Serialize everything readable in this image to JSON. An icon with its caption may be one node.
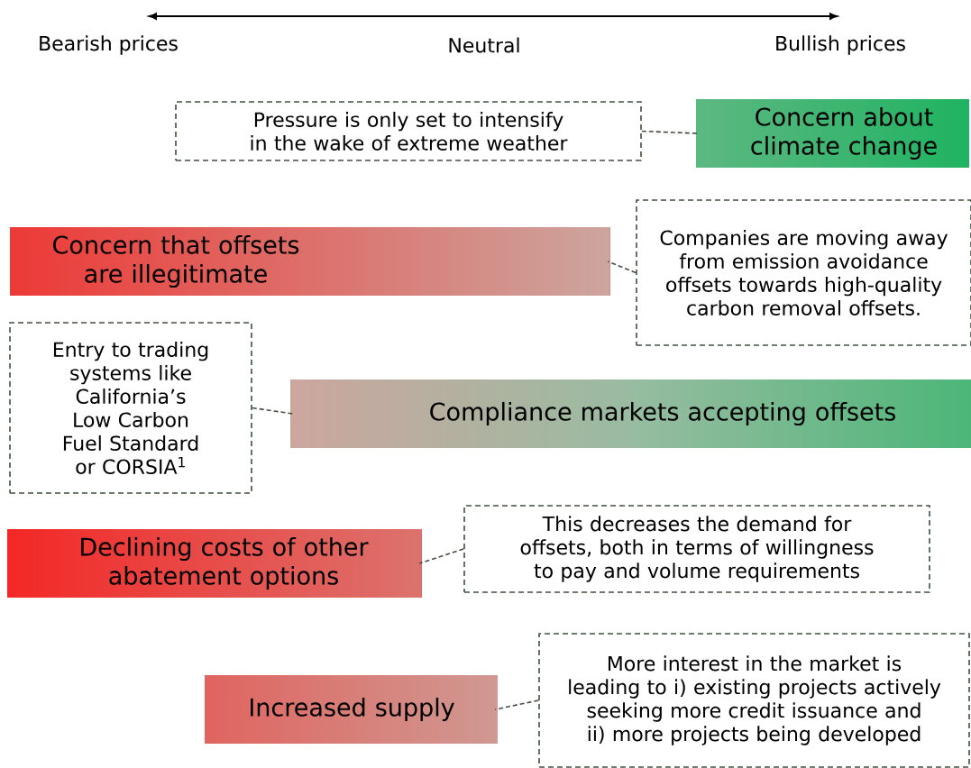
{
  "diagram": {
    "nodes": [
      {
        "text": [
          "Pressure is only set to intensify in the wake of extreme weather"
        ]
      },
      {
        "text": [
          "Concern about climate change"
        ]
      },
      {
        "text": [
          "Concern that offsets are illegitimate"
        ]
      },
      {
        "text": [
          "Companies are moving away from emission avoidance offsets towards high-quality carbon removal offsets."
        ]
      },
      {
        "text": [
          "Entry to trading systems like California’s Low Carbon Fuel Standard or CORSIA$^{1}$"
        ]
      },
      {
        "text": [
          "Compliance markets accepting offsets"
        ]
      },
      {
        "text": [
          "Declining costs of other abatement options"
        ]
      },
      {
        "text": [
          "This decreases the demand for offsets, both in terms of willingness to pay and volume requirements"
        ]
      },
      {
        "text": [
          "Increased supply"
        ]
      },
      {
        "text": [
          "More interest in the market is leading to i) existing projects actively seeking more credit issuance and ii) more projects being developed"
        ]
      }
    ],
    "edges": [
      {
        "from": 0,
        "to": 1,
        "arrow": "none",
        "style": "dashed"
      },
      {
        "from": 3,
        "to": 2,
        "arrow": "none",
        "style": "dashed"
      },
      {
        "from": 4,
        "to": 5,
        "arrow": "none",
        "style": "dashed"
      },
      {
        "from": 7,
        "to": 6,
        "arrow": "none",
        "style": "dashed"
      },
      {
        "from": 9,
        "to": 8,
        "arrow": "none",
        "style": "dashed"
      }
    ],
    "labels": [
      "Bearish prices",
      "Neutral",
      "Bullish prices"
    ]
  }
}
